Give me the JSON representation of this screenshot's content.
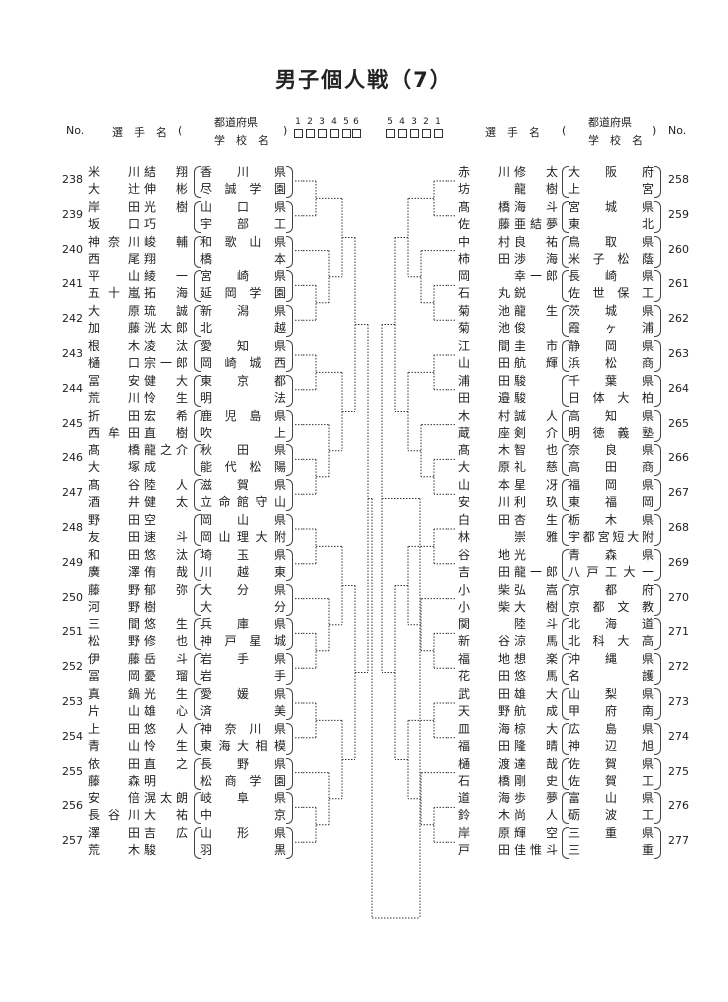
{
  "title": "男子個人戦（7）",
  "header": {
    "no": "No.",
    "player": "選　手　名",
    "pref": "都道府県",
    "school": "学　校　名",
    "rounds_left": [
      "1",
      "2",
      "3",
      "4",
      "5"
    ],
    "round_final": "6",
    "rounds_right": [
      "5",
      "4",
      "3",
      "2",
      "1"
    ],
    "round_mark": "回"
  },
  "left": [
    {
      "no": "238",
      "p1": {
        "f": "米川",
        "g": "結翔"
      },
      "p2": {
        "f": "大辻",
        "g": "伸彬"
      },
      "pref": "香川県",
      "school": "尽誠学園"
    },
    {
      "no": "239",
      "p1": {
        "f": "岸田",
        "g": "光樹"
      },
      "p2": {
        "f": "坂口",
        "g": "巧"
      },
      "pref": "山口県",
      "school": "宇部工"
    },
    {
      "no": "240",
      "p1": {
        "f": "神奈川",
        "g": "峻輔"
      },
      "p2": {
        "f": "西尾",
        "g": "翔"
      },
      "pref": "和歌山県",
      "school": "橋本"
    },
    {
      "no": "241",
      "p1": {
        "f": "平山",
        "g": "綾一"
      },
      "p2": {
        "f": "五十嵐",
        "g": "拓海"
      },
      "pref": "宮崎県",
      "school": "延岡学園"
    },
    {
      "no": "242",
      "p1": {
        "f": "大原",
        "g": "琉誠"
      },
      "p2": {
        "f": "加藤",
        "g": "洸太郎"
      },
      "pref": "新潟県",
      "school": "北越"
    },
    {
      "no": "243",
      "p1": {
        "f": "根木",
        "g": "凌汰"
      },
      "p2": {
        "f": "樋口",
        "g": "宗一郎"
      },
      "pref": "愛知県",
      "school": "岡崎城西"
    },
    {
      "no": "244",
      "p1": {
        "f": "冨安",
        "g": "健大"
      },
      "p2": {
        "f": "荒川",
        "g": "怜生"
      },
      "pref": "東京都",
      "school": "明法"
    },
    {
      "no": "245",
      "p1": {
        "f": "折田",
        "g": "宏希"
      },
      "p2": {
        "f": "西牟田",
        "g": "直樹"
      },
      "pref": "鹿児島県",
      "school": "吹上"
    },
    {
      "no": "246",
      "p1": {
        "f": "髙橋",
        "g": "龍之介"
      },
      "p2": {
        "f": "大塚",
        "g": "成"
      },
      "pref": "秋田県",
      "school": "能代松陽"
    },
    {
      "no": "247",
      "p1": {
        "f": "髙谷",
        "g": "陸人"
      },
      "p2": {
        "f": "酒井",
        "g": "健太"
      },
      "pref": "滋賀県",
      "school": "立命館守山"
    },
    {
      "no": "248",
      "p1": {
        "f": "野田",
        "g": "空"
      },
      "p2": {
        "f": "友田",
        "g": "速斗"
      },
      "pref": "岡山県",
      "school": "岡山理大附"
    },
    {
      "no": "249",
      "p1": {
        "f": "和田",
        "g": "悠汰"
      },
      "p2": {
        "f": "廣澤",
        "g": "侑哉"
      },
      "pref": "埼玉県",
      "school": "川越東"
    },
    {
      "no": "250",
      "p1": {
        "f": "藤野",
        "g": "郁弥"
      },
      "p2": {
        "f": "河野",
        "g": "樹"
      },
      "pref": "大分県",
      "school": "大分"
    },
    {
      "no": "251",
      "p1": {
        "f": "三間",
        "g": "悠生"
      },
      "p2": {
        "f": "松野",
        "g": "修也"
      },
      "pref": "兵庫県",
      "school": "神戸星城"
    },
    {
      "no": "252",
      "p1": {
        "f": "伊藤",
        "g": "岳斗"
      },
      "p2": {
        "f": "冨岡",
        "g": "憂瑠"
      },
      "pref": "岩手県",
      "school": "岩手"
    },
    {
      "no": "253",
      "p1": {
        "f": "真鍋",
        "g": "光生"
      },
      "p2": {
        "f": "片山",
        "g": "雄心"
      },
      "pref": "愛媛県",
      "school": "済美"
    },
    {
      "no": "254",
      "p1": {
        "f": "上田",
        "g": "悠人"
      },
      "p2": {
        "f": "青山",
        "g": "怜生"
      },
      "pref": "神奈川県",
      "school": "東海大相模"
    },
    {
      "no": "255",
      "p1": {
        "f": "依田",
        "g": "直之"
      },
      "p2": {
        "f": "藤森",
        "g": "明"
      },
      "pref": "長野県",
      "school": "松商学園"
    },
    {
      "no": "256",
      "p1": {
        "f": "安倍",
        "g": "滉太朗"
      },
      "p2": {
        "f": "長谷川",
        "g": "大祐"
      },
      "pref": "岐阜県",
      "school": "中京"
    },
    {
      "no": "257",
      "p1": {
        "f": "澤田",
        "g": "吉広"
      },
      "p2": {
        "f": "荒木",
        "g": "駿"
      },
      "pref": "山形県",
      "school": "羽黒"
    }
  ],
  "right": [
    {
      "no": "258",
      "p1": {
        "f": "赤川",
        "g": "修太"
      },
      "p2": {
        "f": "坊",
        "g": "龍樹"
      },
      "pref": "大阪府",
      "school": "上宮"
    },
    {
      "no": "259",
      "p1": {
        "f": "髙橋",
        "g": "海斗"
      },
      "p2": {
        "f": "佐藤",
        "g": "亜結夢"
      },
      "pref": "宮城県",
      "school": "東北"
    },
    {
      "no": "260",
      "p1": {
        "f": "中村",
        "g": "良祐"
      },
      "p2": {
        "f": "柿田",
        "g": "渉海"
      },
      "pref": "鳥取県",
      "school": "米子松蔭"
    },
    {
      "no": "261",
      "p1": {
        "f": "岡",
        "g": "幸一郎"
      },
      "p2": {
        "f": "石丸",
        "g": "鋭"
      },
      "pref": "長崎県",
      "school": "佐世保工"
    },
    {
      "no": "262",
      "p1": {
        "f": "菊池",
        "g": "龍生"
      },
      "p2": {
        "f": "菊池",
        "g": "俊"
      },
      "pref": "茨城県",
      "school": "霞ヶ浦"
    },
    {
      "no": "263",
      "p1": {
        "f": "江間",
        "g": "圭市"
      },
      "p2": {
        "f": "山田",
        "g": "航輝"
      },
      "pref": "静岡県",
      "school": "浜松商"
    },
    {
      "no": "264",
      "p1": {
        "f": "浦田",
        "g": "駿"
      },
      "p2": {
        "f": "田邉",
        "g": "駿"
      },
      "pref": "千葉県",
      "school": "日体大柏"
    },
    {
      "no": "265",
      "p1": {
        "f": "木村",
        "g": "誠人"
      },
      "p2": {
        "f": "蔵座",
        "g": "剣介"
      },
      "pref": "高知県",
      "school": "明徳義塾"
    },
    {
      "no": "266",
      "p1": {
        "f": "髙木",
        "g": "智也"
      },
      "p2": {
        "f": "大原",
        "g": "礼慈"
      },
      "pref": "奈良県",
      "school": "高田商"
    },
    {
      "no": "267",
      "p1": {
        "f": "山本",
        "g": "星冴"
      },
      "p2": {
        "f": "安川",
        "g": "利玖"
      },
      "pref": "福岡県",
      "school": "東福岡"
    },
    {
      "no": "268",
      "p1": {
        "f": "白田",
        "g": "杏生"
      },
      "p2": {
        "f": "林",
        "g": "崇雅"
      },
      "pref": "栃木県",
      "school": "宇都宮短大附"
    },
    {
      "no": "269",
      "p1": {
        "f": "谷地",
        "g": "光"
      },
      "p2": {
        "f": "吉田",
        "g": "龍一郎"
      },
      "pref": "青森県",
      "school": "八戸工大一"
    },
    {
      "no": "270",
      "p1": {
        "f": "小柴",
        "g": "弘嵩"
      },
      "p2": {
        "f": "小柴",
        "g": "大樹"
      },
      "pref": "京都府",
      "school": "京都文教"
    },
    {
      "no": "271",
      "p1": {
        "f": "関",
        "g": "陸斗"
      },
      "p2": {
        "f": "新谷",
        "g": "涼馬"
      },
      "pref": "北海道",
      "school": "北科大高"
    },
    {
      "no": "272",
      "p1": {
        "f": "福地",
        "g": "想楽"
      },
      "p2": {
        "f": "花田",
        "g": "悠馬"
      },
      "pref": "沖縄県",
      "school": "名護"
    },
    {
      "no": "273",
      "p1": {
        "f": "武田",
        "g": "雄大"
      },
      "p2": {
        "f": "天野",
        "g": "航成"
      },
      "pref": "山梨県",
      "school": "甲府南"
    },
    {
      "no": "274",
      "p1": {
        "f": "皿海",
        "g": "椋大"
      },
      "p2": {
        "f": "福田",
        "g": "隆晴"
      },
      "pref": "広島県",
      "school": "神辺旭"
    },
    {
      "no": "275",
      "p1": {
        "f": "樋渡",
        "g": "達哉"
      },
      "p2": {
        "f": "石橋",
        "g": "剛史"
      },
      "pref": "佐賀県",
      "school": "佐賀工"
    },
    {
      "no": "276",
      "p1": {
        "f": "道海",
        "g": "歩夢"
      },
      "p2": {
        "f": "鈴木",
        "g": "尚人"
      },
      "pref": "富山県",
      "school": "砺波工"
    },
    {
      "no": "277",
      "p1": {
        "f": "岸原",
        "g": "輝空"
      },
      "p2": {
        "f": "戸田",
        "g": "佳惟斗"
      },
      "pref": "三重県",
      "school": "三重"
    }
  ]
}
